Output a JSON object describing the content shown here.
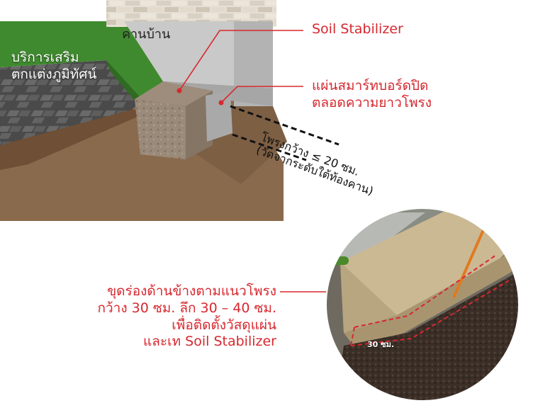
{
  "labels": {
    "beam": "คานบ้าน",
    "landscape": [
      "บริการเสริม",
      "ตกแต่งภูมิทัศน์"
    ],
    "stabilizer": "Soil Stabilizer",
    "board": [
      "แผ่นสมาร์ทบอร์ดปิด",
      "ตลอดความยาวโพรง"
    ],
    "gap": [
      "โพรงกว้าง ≤ 20 ซม.",
      "(วัดจากระดับใต้ท้องคาน)"
    ],
    "trench": [
      "ขุดร่องด้านข้างตามแนวโพรง",
      "กว้าง 30 ซม. ลึก 30 – 40 ซม.",
      "เพื่อติดตั้งวัสดุแผ่น",
      "และเท Soil Stabilizer"
    ],
    "trench_width": "30 ซม."
  },
  "colors": {
    "accent_red": "#d7282f",
    "soil": "#8a6a4c",
    "grass": "#3f8a2e",
    "wall": "#c9c9c9",
    "beam": "#bdbdbd",
    "pavers": "#5a5a5a"
  }
}
